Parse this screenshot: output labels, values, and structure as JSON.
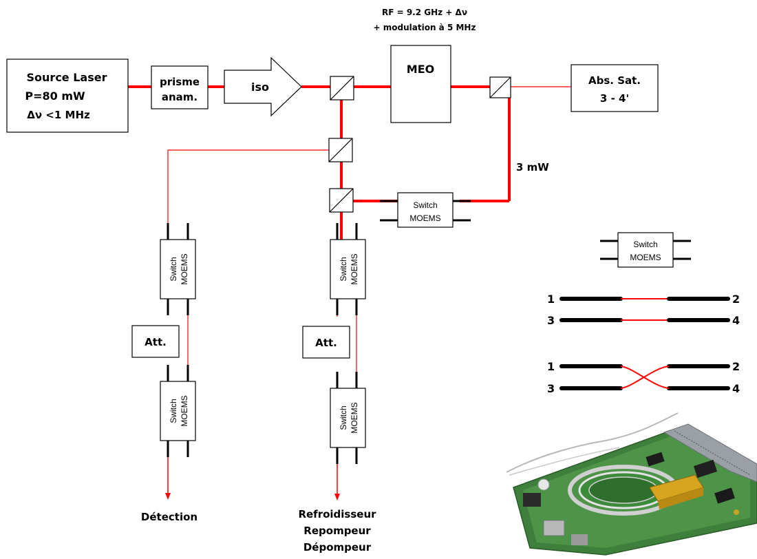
{
  "rf": {
    "line1": "RF = 9.2 GHz + Δν",
    "line2": "+ modulation à 5 MHz"
  },
  "source": {
    "line1": "Source Laser",
    "line2": "P=80 mW",
    "line3": "Δν <1 MHz"
  },
  "prisme": {
    "line1": "prisme",
    "line2": "anam."
  },
  "iso": "iso",
  "meo": "MEO",
  "abs": {
    "line1": "Abs. Sat.",
    "line2": "3 - 4'"
  },
  "power": "3 mW",
  "switch": {
    "line1": "Switch",
    "line2": "MOEMS"
  },
  "att": "Att.",
  "outputs": {
    "detection": "Détection",
    "cooling": [
      "Refroidisseur",
      "Repompeur",
      "Dépompeur"
    ]
  },
  "legend_ports": [
    "1",
    "2",
    "3",
    "4"
  ],
  "colors": {
    "beam": "#ff0000",
    "fiber": "#000000"
  }
}
